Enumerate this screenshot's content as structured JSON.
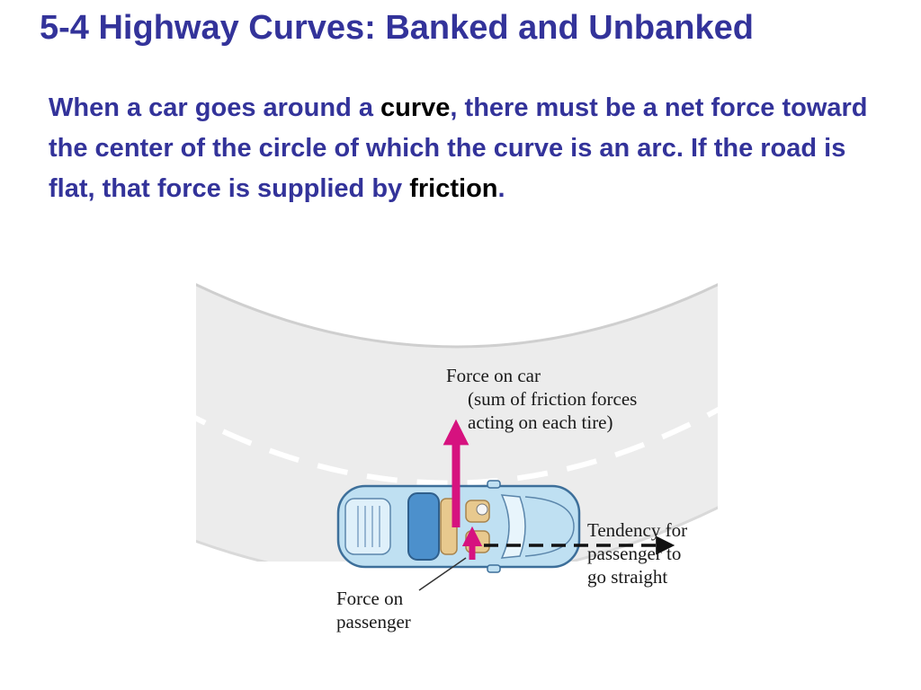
{
  "slide": {
    "title": "5-4 Highway Curves: Banked and Unbanked",
    "body": {
      "part1": "When a car goes around a ",
      "term1": "curve",
      "part2": ", there must be a net force toward the center of the circle of which the curve is an arc. If the road is flat, that force is supplied by ",
      "term2": "friction",
      "part3": "."
    }
  },
  "figure": {
    "label_force_on_car": {
      "line1": "Force on car",
      "line2": "(sum of friction forces",
      "line3": "acting on each tire)"
    },
    "label_tendency": {
      "line1": "Tendency for",
      "line2": "passenger to",
      "line3": "go straight"
    },
    "label_force_on_passenger": {
      "line1": "Force on",
      "line2": "passenger"
    },
    "colors": {
      "road": "#ececec",
      "road_edge": "#cfcfcf",
      "lane_dash": "#ffffff",
      "force_arrow": "#d6127f",
      "car_body": "#bfe0f2",
      "car_outline": "#3d6f9a",
      "seat": "#e8c98e",
      "tendency_arrow": "#111111"
    },
    "icons": [
      "car-top-view",
      "force-arrow",
      "tendency-dashed-arrow"
    ]
  }
}
